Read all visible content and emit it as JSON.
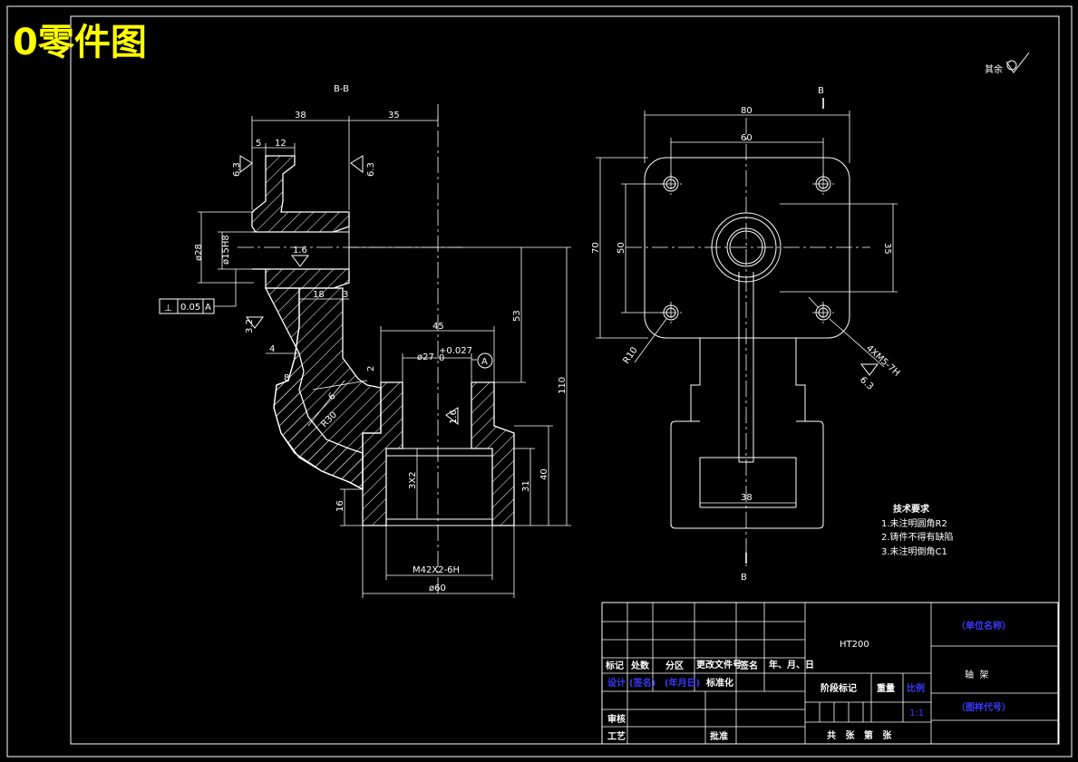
{
  "header": {
    "title": "0零件图"
  },
  "views": {
    "section_label": "B-B",
    "side_label_top": "B",
    "side_label_bottom": "B"
  },
  "surface_finish": {
    "rest_label": "其余"
  },
  "section_dims": {
    "d38": "38",
    "d35": "35",
    "d5": "5",
    "d12": "12",
    "r63a": "6.3",
    "r63b": "6.3",
    "r16a": "1.6",
    "r16b": "1.6",
    "r32": "3.2",
    "phi28": "ø28",
    "phi15h8": "ø15H8",
    "tol_sym": "⊥",
    "tol_val": "0.05",
    "tol_datum": "A",
    "d18": "18",
    "d3": "3",
    "d4": "4",
    "d8": "8",
    "d45": "45",
    "phi27": "ø27",
    "phi27_tol": "+0.027",
    "phi27_tol2": "0",
    "datum": "A",
    "d53": "53",
    "d110": "110",
    "d2": "2",
    "d6": "6",
    "r30": "R30",
    "d3x2": "3X2",
    "d40": "40",
    "d31": "31",
    "d16": "16",
    "thread": "M42X2-6H",
    "phi60": "ø60"
  },
  "side_dims": {
    "d80": "80",
    "d60": "60",
    "d70": "70",
    "d50": "50",
    "d35": "35",
    "r10": "R10",
    "holes": "4XM5-7H",
    "d38": "38",
    "r63": "6.3"
  },
  "tech_req": {
    "title": "技术要求",
    "items": [
      "1.未注明圆角R2",
      "2.铸件不得有缺陷",
      "3.未注明倒角C1"
    ]
  },
  "title_block": {
    "material": "HT200",
    "company": "（单位名称）",
    "part_name": "轴  架",
    "drawing_no": "（图样代号）",
    "row_labels": [
      "标记",
      "处数",
      "分区",
      "更改文件号",
      "签名",
      "年、月、日"
    ],
    "design_row": [
      "设计",
      "(签名)",
      "(年月日)",
      "标准化"
    ],
    "stage_label": "阶段标记",
    "weight_label": "重量",
    "scale_label": "比例",
    "scale_value": "1:1",
    "review": "审核",
    "process": "工艺",
    "approve": "批准",
    "sheets": "共   张   第   张"
  }
}
